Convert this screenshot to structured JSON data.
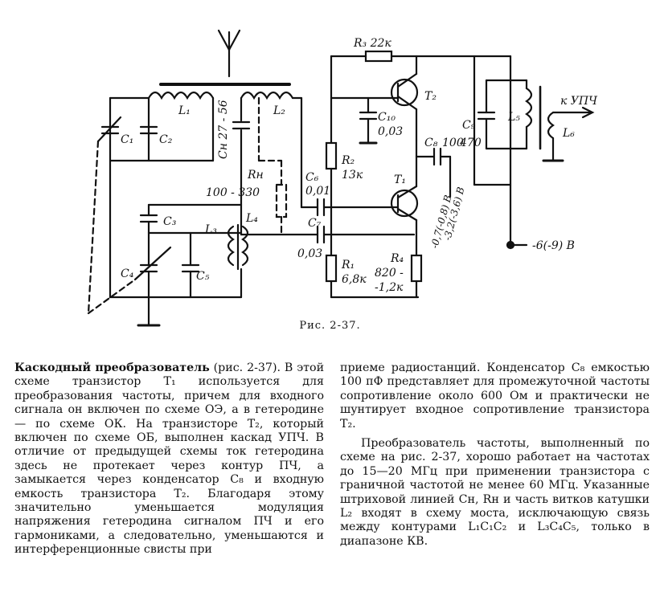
{
  "figure": {
    "labels": {
      "r3": "R₃ 22к",
      "t2": "T₂",
      "c10": "C₁₀",
      "c10v": "0,03",
      "c9": "C₉",
      "c9v": "470",
      "l5": "L₅",
      "l6": "L₆",
      "upch": "к УПЧ",
      "c8": "C₈",
      "c8v": "100",
      "l1": "L₁",
      "l2": "L₂",
      "c1": "C₁",
      "c2": "C₂",
      "cn": "Cн 27 - 56",
      "rn": "Rн",
      "rnv": "100 - 330",
      "c6": "C₆",
      "c6v": "0,01",
      "r2": "R₂",
      "r2v": "13к",
      "t1": "T₁",
      "c3": "C₃",
      "l3": "L₃",
      "l4": "L₄",
      "c7": "C₇",
      "c7v": "0,03",
      "c4": "C₄",
      "c5": "C₅",
      "r1": "R₁",
      "r1v": "6,8к",
      "r4": "R₄",
      "r4v": "820 -",
      "r4v2": "-1,2к",
      "volt": "-6(-9) В",
      "v1": "-0,7(-0,8) В",
      "v2": "-3,2(-3,6) В"
    },
    "caption": "Рис. 2-37."
  },
  "text": {
    "left_title": "Каскодный преобразователь",
    "left_ref": " (рис. 2-37).",
    "left_body": "В этой схеме транзистор T₁ используется для преобразования частоты, причем для входного сигнала он включен по схеме ОЭ, а в гетеродине — по схеме ОК. На транзисторе T₂, который включен по схеме ОБ, выполнен каскад УПЧ. В отличие от предыдущей схемы ток гетеродина здесь не протекает через контур ПЧ, а замыкается через конденсатор C₈ и входную емкость транзистора T₂. Благодаря этому значительно уменьшается модуляция напряжения гетеродина сигналом ПЧ и его гармониками, а следовательно, уменьшаются и интерференционные свисты при",
    "right_p1": "приеме радиостанций. Конденсатор C₈ емкостью 100 пФ представляет для промежуточной частоты сопротивление около 600 Ом и практически не шунтирует входное сопротивление транзистора T₂.",
    "right_p2": "Преобразователь частоты, выполненный по схеме на рис. 2-37, хорошо работает на частотах до 15—20 МГц при применении транзистора с граничной частотой не менее 60 МГц. Указанные штриховой линией Cн, Rн и часть витков катушки L₂ входят в схему моста, исключающую связь между контурами L₁C₁C₂ и L₃C₄C₅, только в диапазоне КВ."
  }
}
